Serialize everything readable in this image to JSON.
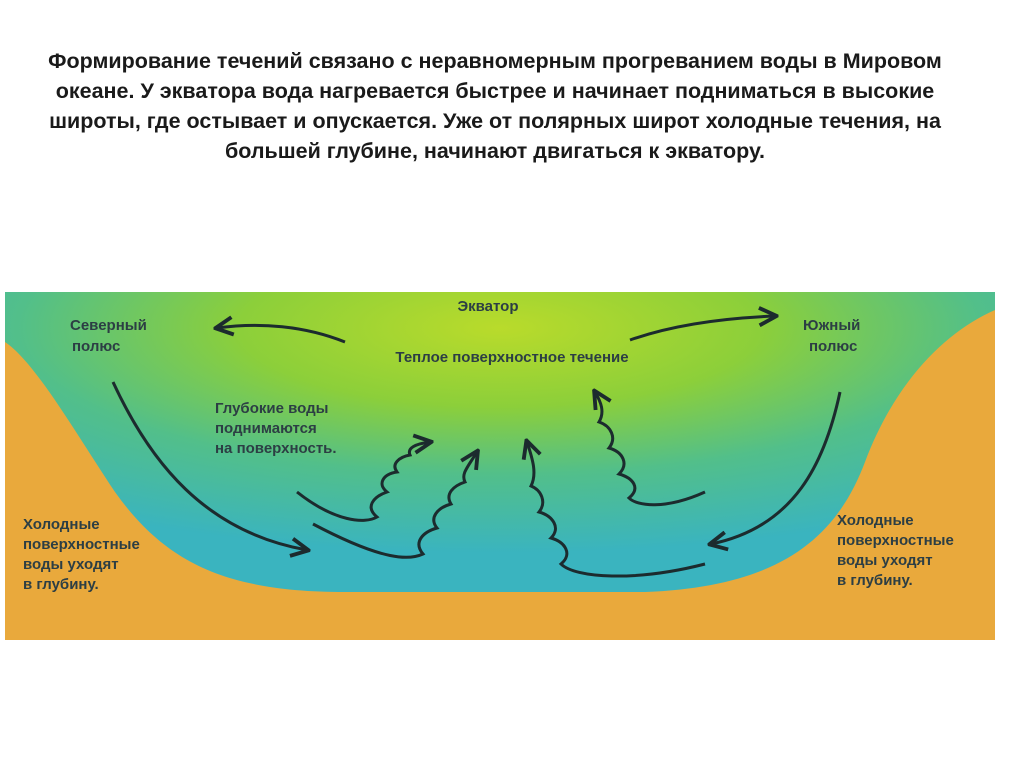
{
  "heading": {
    "text": "Формирование течений связано с неравномерным прогреванием воды в Мировом океане. У экватора вода нагревается быстрее и начинает подниматься в высокие широты, где остывает и опускается. Уже от полярных широт холодные течения, на большей глубине, начинают двигаться к экватору."
  },
  "diagram": {
    "equator": "Экватор",
    "north_pole": [
      "Северный",
      "полюс"
    ],
    "south_pole": [
      "Южный",
      "полюс"
    ],
    "warm_current": "Теплое поверхностное течение",
    "deep_water": [
      "Глубокие воды",
      "поднимаются",
      "на поверхность."
    ],
    "cold_left": [
      "Холодные",
      "поверхностные",
      "воды уходят",
      "в глубину."
    ],
    "cold_right": [
      "Холодные",
      "поверхностные",
      "воды уходят",
      "в глубину."
    ]
  },
  "colors": {
    "land": "#e9a93c",
    "ocean_edge": "#3fb7bc",
    "ocean_warm": "#b6d92a",
    "arrow": "#1c2b2e"
  }
}
